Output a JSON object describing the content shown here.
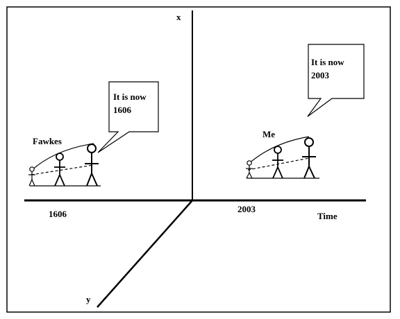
{
  "axes": {
    "x_label": "x",
    "y_label": "y",
    "time_label": "Time",
    "tick_left": "1606",
    "tick_right": "2003"
  },
  "left_scene": {
    "name_label": "Fawkes",
    "speech_line1": "It is now",
    "speech_line2": "1606"
  },
  "right_scene": {
    "name_label": "Me",
    "speech_line1": "It is now",
    "speech_line2": "2003"
  },
  "icons": [
    "stick-figure-small",
    "stick-figure-medium",
    "stick-figure-large",
    "speech-bubble"
  ]
}
